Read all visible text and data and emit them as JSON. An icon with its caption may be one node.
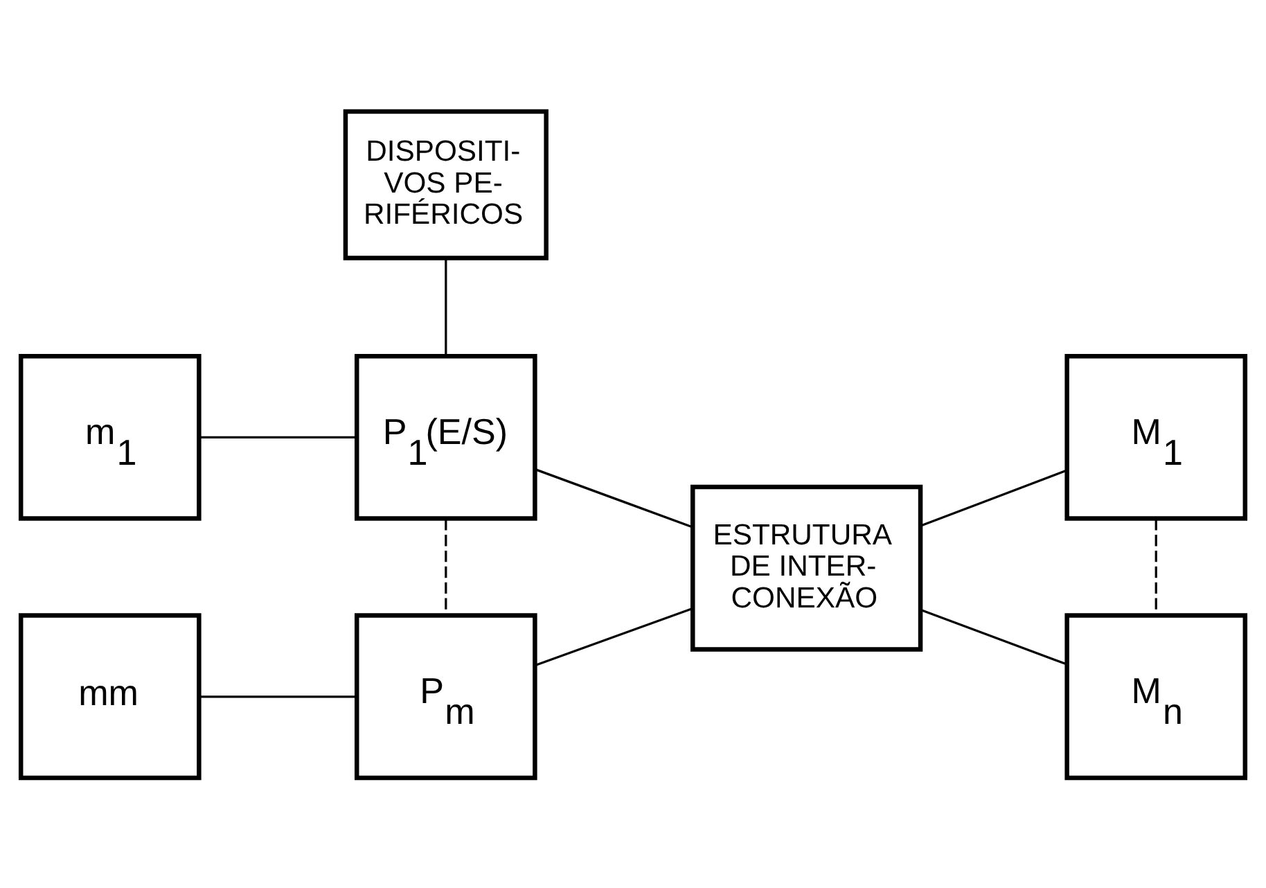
{
  "diagram": {
    "nodes": [
      {
        "text": [
          "DISPOSITI- VOS PE- RIFÉRICOS"
        ]
      },
      {
        "text": [
          "m$_{1}$"
        ]
      },
      {
        "text": [
          "P$_{1}$(E/S)"
        ]
      },
      {
        "text": [
          "M$_{1}$"
        ]
      },
      {
        "text": [
          "ESTRUTURA DE INTER- CONEXÃO"
        ]
      },
      {
        "text": [
          "mm"
        ]
      },
      {
        "text": [
          "P$_{m}$"
        ]
      },
      {
        "text": [
          "M$_{n}$"
        ]
      }
    ],
    "edges": [
      {
        "from": 0,
        "to": 2,
        "arrow": "none"
      },
      {
        "from": 1,
        "to": 2,
        "arrow": "none"
      },
      {
        "from": 2,
        "to": 6,
        "arrow": "none",
        "style": "dashed"
      },
      {
        "from": 2,
        "to": 4,
        "arrow": "none"
      },
      {
        "from": 6,
        "to": 4,
        "arrow": "none"
      },
      {
        "from": 4,
        "to": 3,
        "arrow": "none"
      },
      {
        "from": 4,
        "to": 7,
        "arrow": "none"
      },
      {
        "from": 5,
        "to": 6,
        "arrow": "none"
      },
      {
        "from": 3,
        "to": 7,
        "arrow": "none",
        "style": "dashed"
      }
    ]
  }
}
